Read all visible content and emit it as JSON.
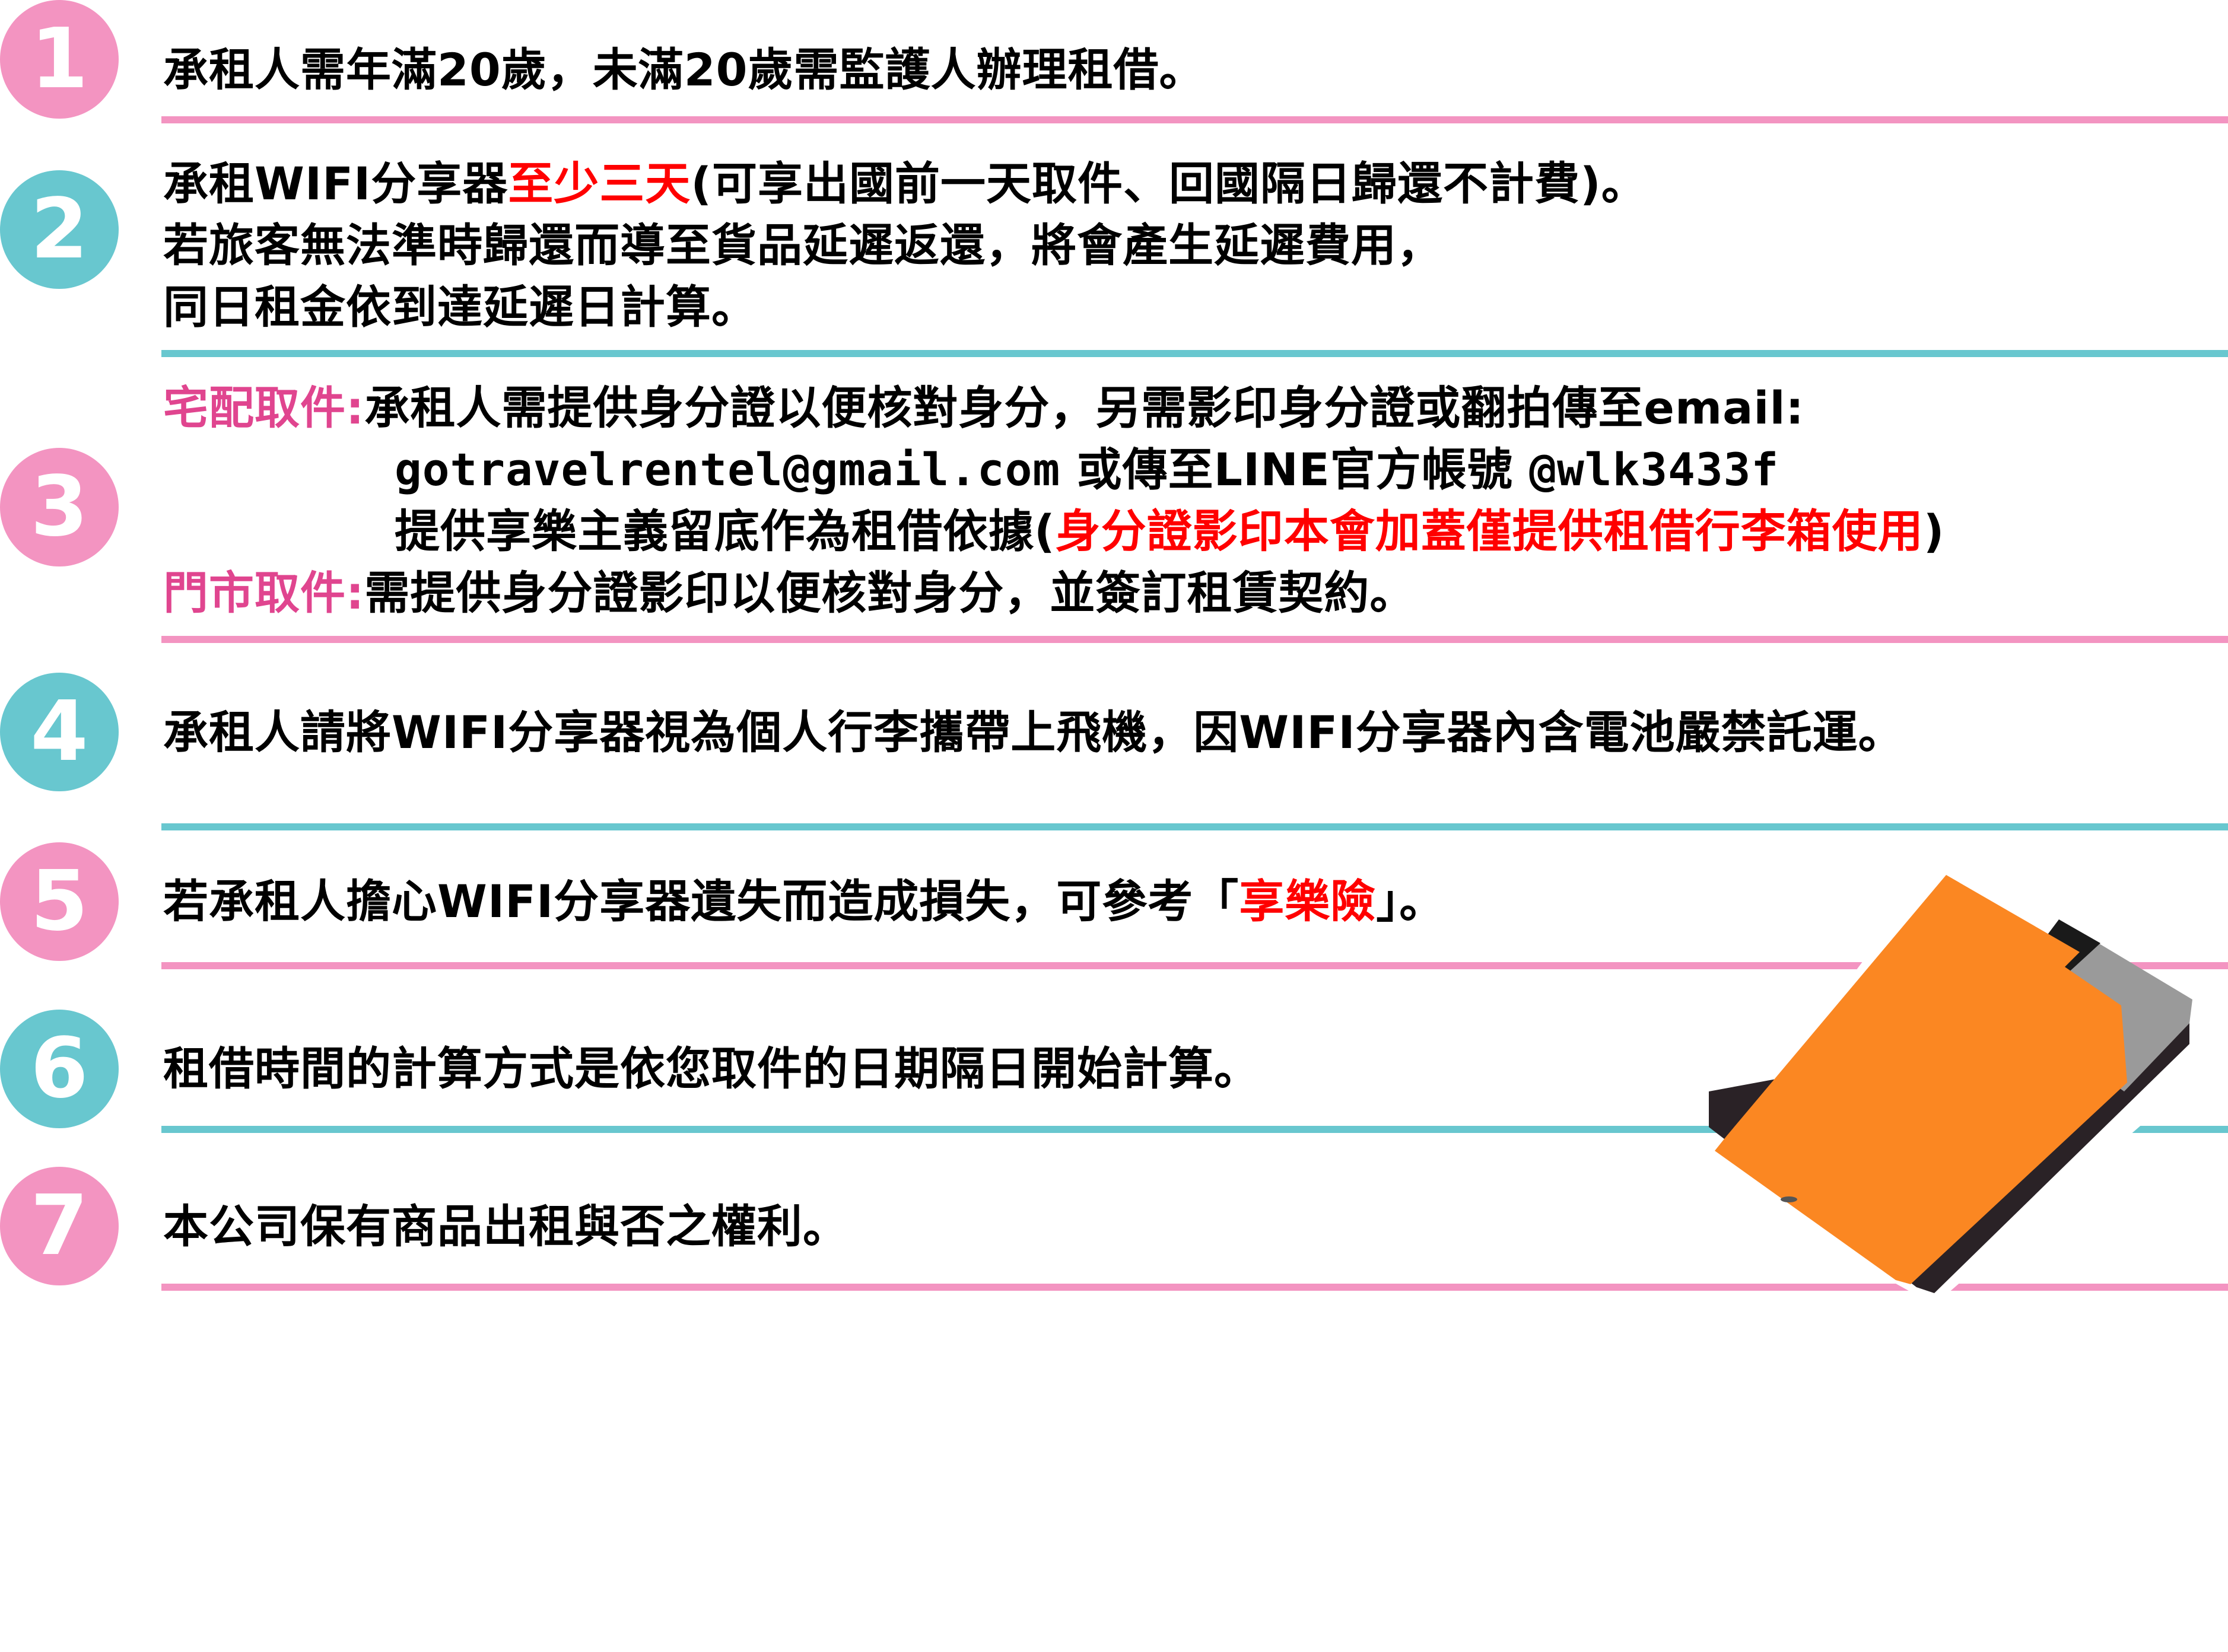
{
  "colors": {
    "pink": "#f394c1",
    "teal": "#68c7cf",
    "highlight_red": "#ff0000",
    "label_magenta": "#e0458f",
    "device_orange": "#fb8722",
    "device_body": "#2a2226"
  },
  "rules": [
    {
      "number": "1",
      "lines": [
        {
          "text": "承租人需年滿20歲，未滿20歲需監護人辦理租借。"
        }
      ]
    },
    {
      "number": "2",
      "line1_a": "承租WIFI分享器",
      "line1_highlight": "至少三天",
      "line1_b": "(可享出國前一天取件、回國隔日歸還不計費)。",
      "line2": "若旅客無法準時歸還而導至貨品延遲返還，將會產生延遲費用，",
      "line3": "同日租金依到達延遲日計算。"
    },
    {
      "number": "3",
      "delivery_label": "宅配取件:",
      "delivery_line1": "承租人需提供身分證以便核對身分，另需影印身分證或翻拍傳至email:",
      "delivery_email": "gotravelrentel@gmail.com",
      "delivery_line2_b": " 或傳至LINE官方帳號 ",
      "delivery_line_id": "@wlk3433f",
      "delivery_line3_a": "提供享樂主義留底作為租借依據(",
      "delivery_line3_highlight": "身分證影印本會加蓋僅提供租借行李箱使用",
      "delivery_line3_b": ")",
      "store_label": "門市取件:",
      "store_text": "需提供身分證影印以便核對身分，並簽訂租賃契約。"
    },
    {
      "number": "4",
      "text": "承租人請將WIFI分享器視為個人行李攜帶上飛機，因WIFI分享器內含電池嚴禁託運。"
    },
    {
      "number": "5",
      "text_a": "若承租人擔心WIFI分享器遺失而造成損失，可參考「",
      "text_highlight": "享樂險",
      "text_b": "」。"
    },
    {
      "number": "6",
      "text": "租借時間的計算方式是依您取件的日期隔日開始計算。"
    },
    {
      "number": "7",
      "text": "本公司保有商品出租與否之權利。"
    }
  ],
  "image": {
    "subject": "wifi-router-device",
    "description": "Orange portable WiFi router"
  }
}
